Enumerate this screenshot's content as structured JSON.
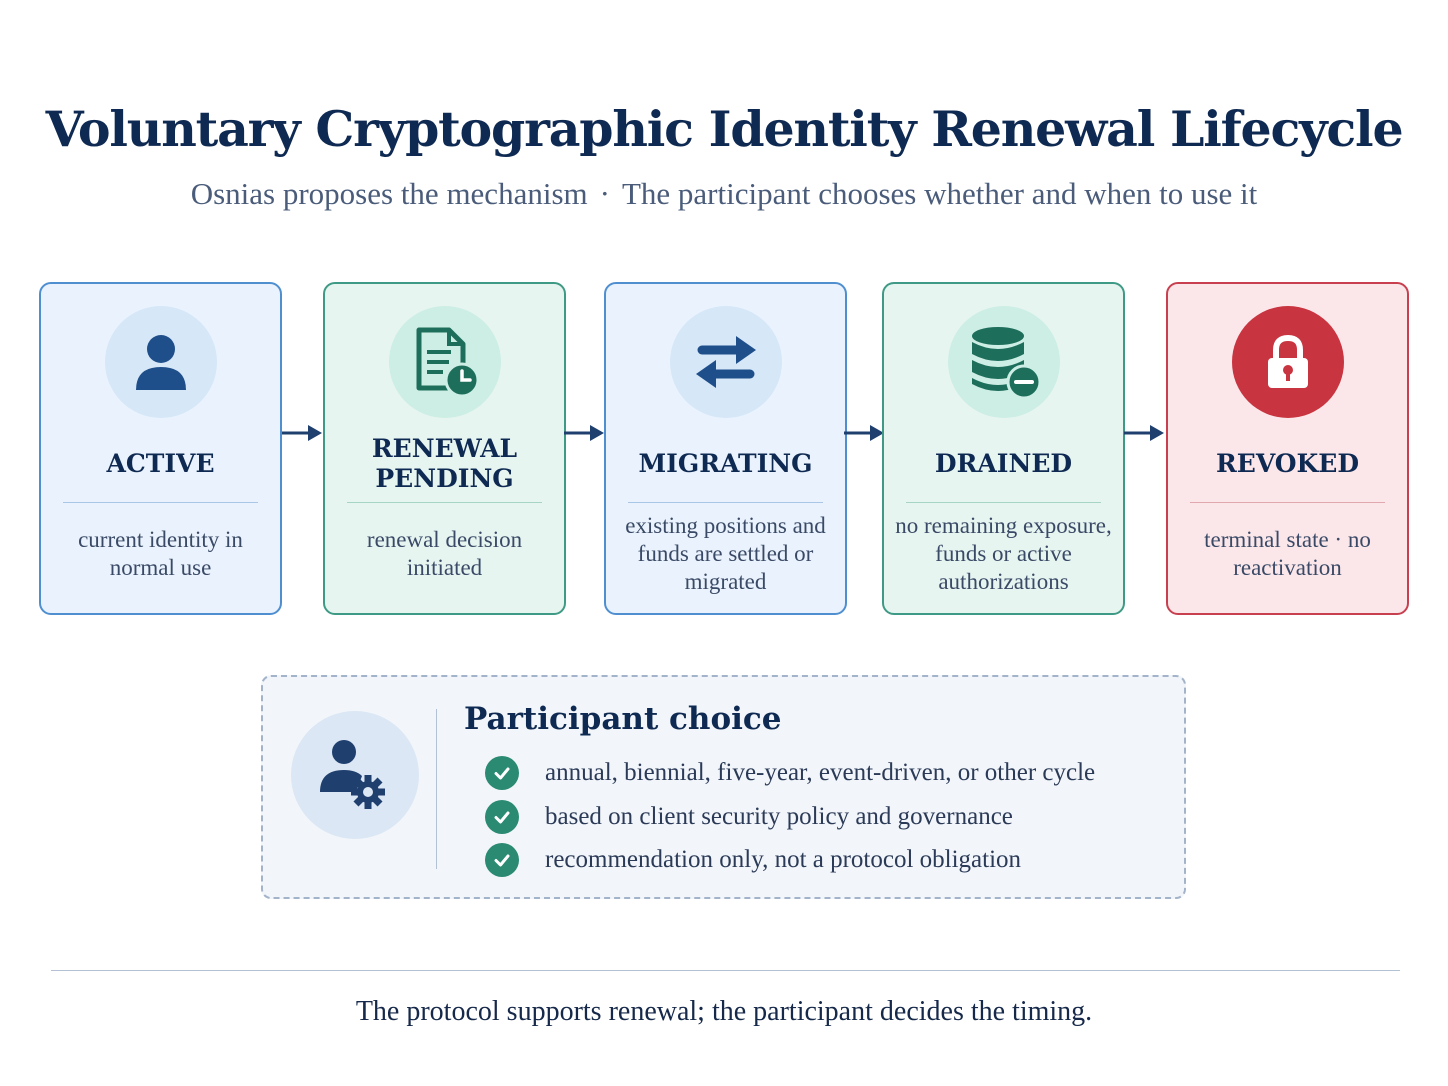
{
  "header": {
    "title": "Voluntary Cryptographic Identity Renewal Lifecycle",
    "subtitle_left": "Osnias proposes the mechanism",
    "subtitle_separator": "·",
    "subtitle_right": "The participant chooses whether and when to use it"
  },
  "stages": [
    {
      "title": "ACTIVE",
      "description": "current identity in normal use",
      "icon": "user-icon",
      "theme": "blue"
    },
    {
      "title": "RENEWAL PENDING",
      "description": "renewal decision initiated",
      "icon": "document-clock-icon",
      "theme": "green"
    },
    {
      "title": "MIGRATING",
      "description": "existing positions and funds are settled or migrated",
      "icon": "swap-arrows-icon",
      "theme": "blue"
    },
    {
      "title": "DRAINED",
      "description": "no remaining exposure, funds or active authorizations",
      "icon": "database-minus-icon",
      "theme": "green"
    },
    {
      "title": "REVOKED",
      "description": "terminal state · no reactivation",
      "icon": "lock-icon",
      "theme": "red"
    }
  ],
  "choice": {
    "title": "Participant choice",
    "icon": "user-gear-icon",
    "items": [
      "annual, biennial, five-year, event-driven, or other cycle",
      "based on client security policy and governance",
      "recommendation only, not a protocol obligation"
    ]
  },
  "footer": {
    "text": "The protocol supports renewal; the participant decides the timing."
  },
  "colors": {
    "navy": "#0f2a52",
    "blue_border": "#4f8fd0",
    "blue_fill": "#eaf3fd",
    "green_border": "#3f9a85",
    "green_fill": "#e7f5f1",
    "red_border": "#c8404f",
    "red_fill": "#fbe7ea",
    "check_green": "#2a8a72",
    "icon_blue": "#1f4f8a",
    "icon_teal": "#1e6e5c"
  }
}
